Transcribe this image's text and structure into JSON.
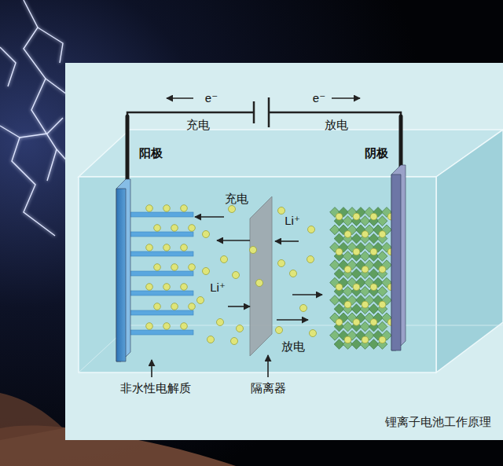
{
  "diagram": {
    "caption": "锂离子电池工作原理",
    "nodes": [
      {
        "text": [
          "阳极"
        ]
      },
      {
        "text": [
          "阴极"
        ]
      }
    ],
    "edges": [
      {
        "from": 0,
        "to": 1,
        "arrow": "none"
      }
    ],
    "labels": [
      "e⁻",
      "充电",
      "e⁻",
      "放电",
      "充电",
      "Li⁺",
      "Li⁺",
      "放电",
      "非水性电解质",
      "隔离器"
    ]
  }
}
